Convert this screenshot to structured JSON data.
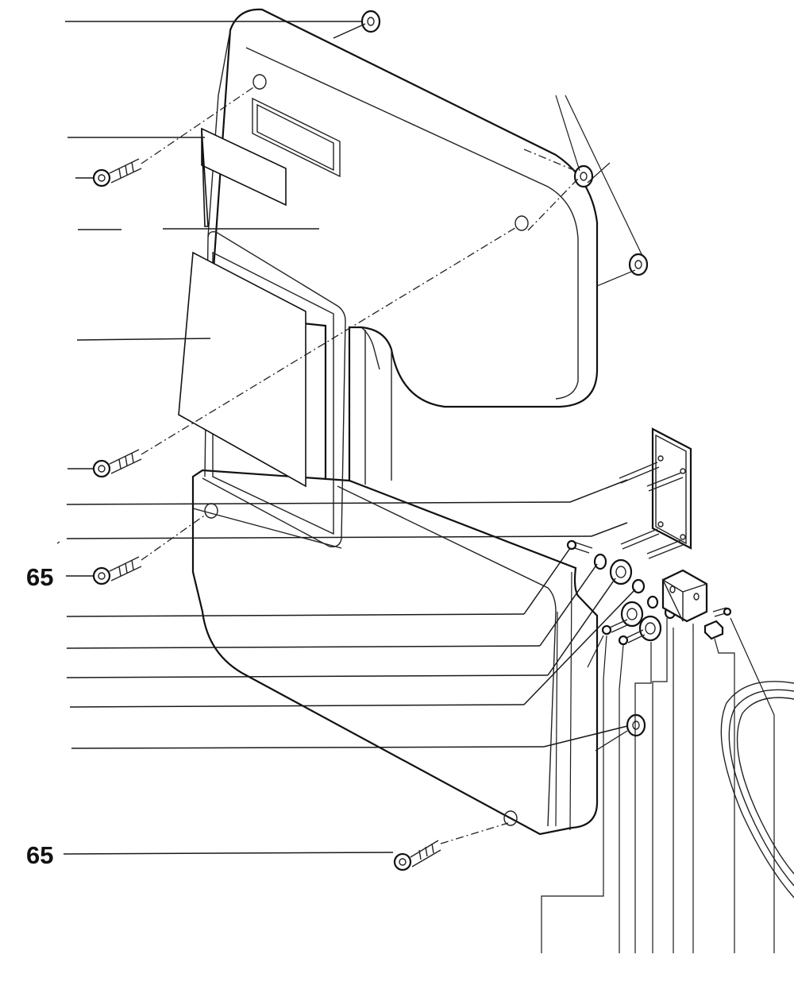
{
  "callouts": [
    {
      "id": "screw-a",
      "label": "65"
    },
    {
      "id": "screw-b",
      "label": "65"
    }
  ]
}
